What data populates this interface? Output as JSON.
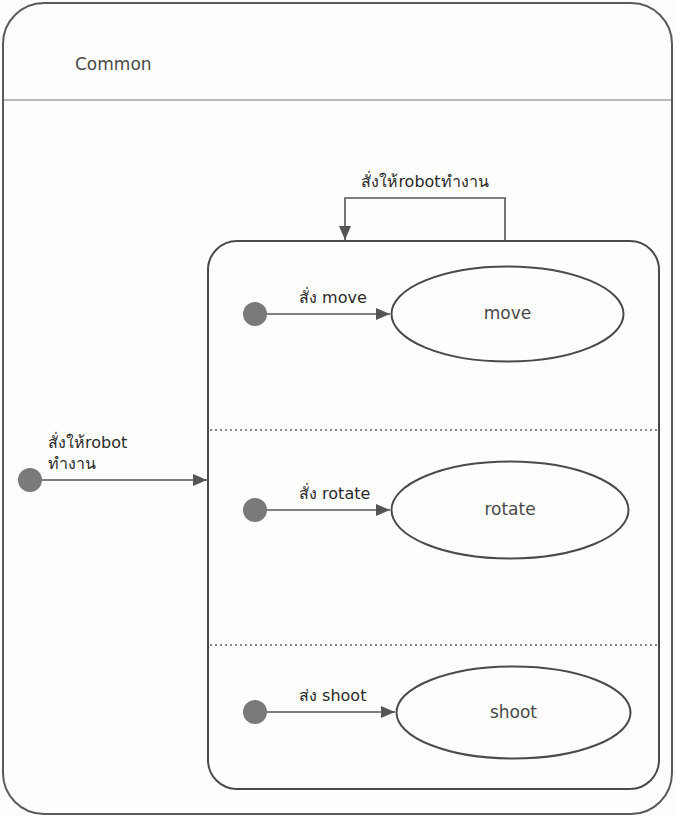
{
  "diagram": {
    "nodes": [
      {
        "text": [
          "Common"
        ]
      },
      {
        "text": [],
        "in": 0
      },
      {
        "text": [],
        "in": 0
      },
      {
        "text": [],
        "in": 2
      },
      {
        "text": [
          "move"
        ],
        "in": 2
      },
      {
        "text": [],
        "in": 2
      },
      {
        "text": [
          "rotate"
        ],
        "in": 2
      },
      {
        "text": [],
        "in": 2
      },
      {
        "text": [
          "shoot"
        ],
        "in": 2
      }
    ],
    "edges": [
      {
        "from": 1,
        "to": 2,
        "arrow": "to",
        "label": "สั่งให้robot ทำงาน"
      },
      {
        "from": 2,
        "to": 2,
        "arrow": "to",
        "label": "สั่งให้robotทำงาน"
      },
      {
        "from": 3,
        "to": 4,
        "arrow": "to",
        "label": "สั่ง move"
      },
      {
        "from": 5,
        "to": 6,
        "arrow": "to",
        "label": "สั่ง rotate"
      },
      {
        "from": 7,
        "to": 8,
        "arrow": "to",
        "label": "ส่ง shoot"
      }
    ]
  }
}
